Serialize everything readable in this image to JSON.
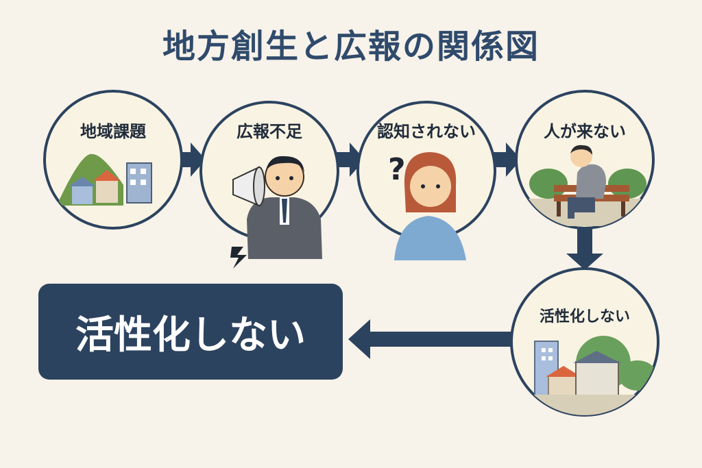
{
  "title": "地方創生と広報の関係図",
  "nodes": [
    {
      "id": "n1",
      "label": "地域課題"
    },
    {
      "id": "n2",
      "label": "広報不足"
    },
    {
      "id": "n3",
      "label": "認知されない"
    },
    {
      "id": "n4",
      "label": "人が来ない"
    },
    {
      "id": "n5",
      "label": "活性化しない"
    }
  ],
  "result": {
    "label": "活性化しない"
  },
  "colors": {
    "background": "#f7f2ea",
    "primary": "#2c435f",
    "circle_fill": "#f9f3e3",
    "circle_stroke": "#2c435f"
  }
}
